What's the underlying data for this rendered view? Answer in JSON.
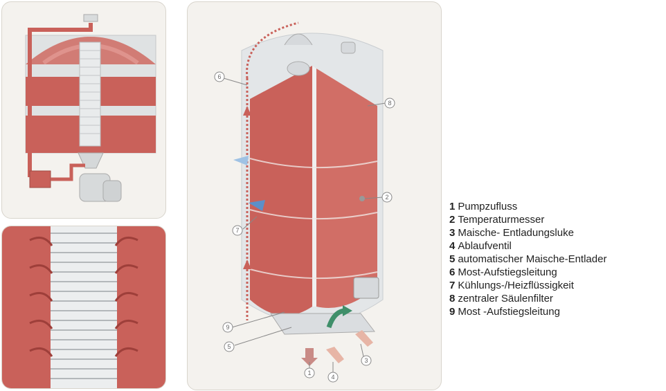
{
  "legend": {
    "items": [
      {
        "num": "1",
        "label": "Pumpzufluss"
      },
      {
        "num": "2",
        "label": "Temperaturmesser"
      },
      {
        "num": "3",
        "label": "Maische- Entladungsluke"
      },
      {
        "num": "4",
        "label": "Ablaufventil"
      },
      {
        "num": "5",
        "label": "automatischer Maische-Entlader"
      },
      {
        "num": "6",
        "label": "Most-Aufstiegsleitung"
      },
      {
        "num": "7",
        "label": "Kühlungs-/Heizflüssigkeit"
      },
      {
        "num": "8",
        "label": "zentraler Säulenfilter"
      },
      {
        "num": "9",
        "label": "Most -Aufstiegsleitung"
      }
    ]
  },
  "callouts": {
    "c1": "1",
    "c2": "2",
    "c3": "3",
    "c4": "4",
    "c5": "5",
    "c6": "6",
    "c7": "7",
    "c8": "8",
    "c9": "9"
  },
  "colors": {
    "must": "#c9615a",
    "tank_steel": "#e3e6e8",
    "coolant": "#7fa9d6",
    "arrow_green": "#3f8f6a",
    "panel_bg": "#f4f2ee"
  }
}
